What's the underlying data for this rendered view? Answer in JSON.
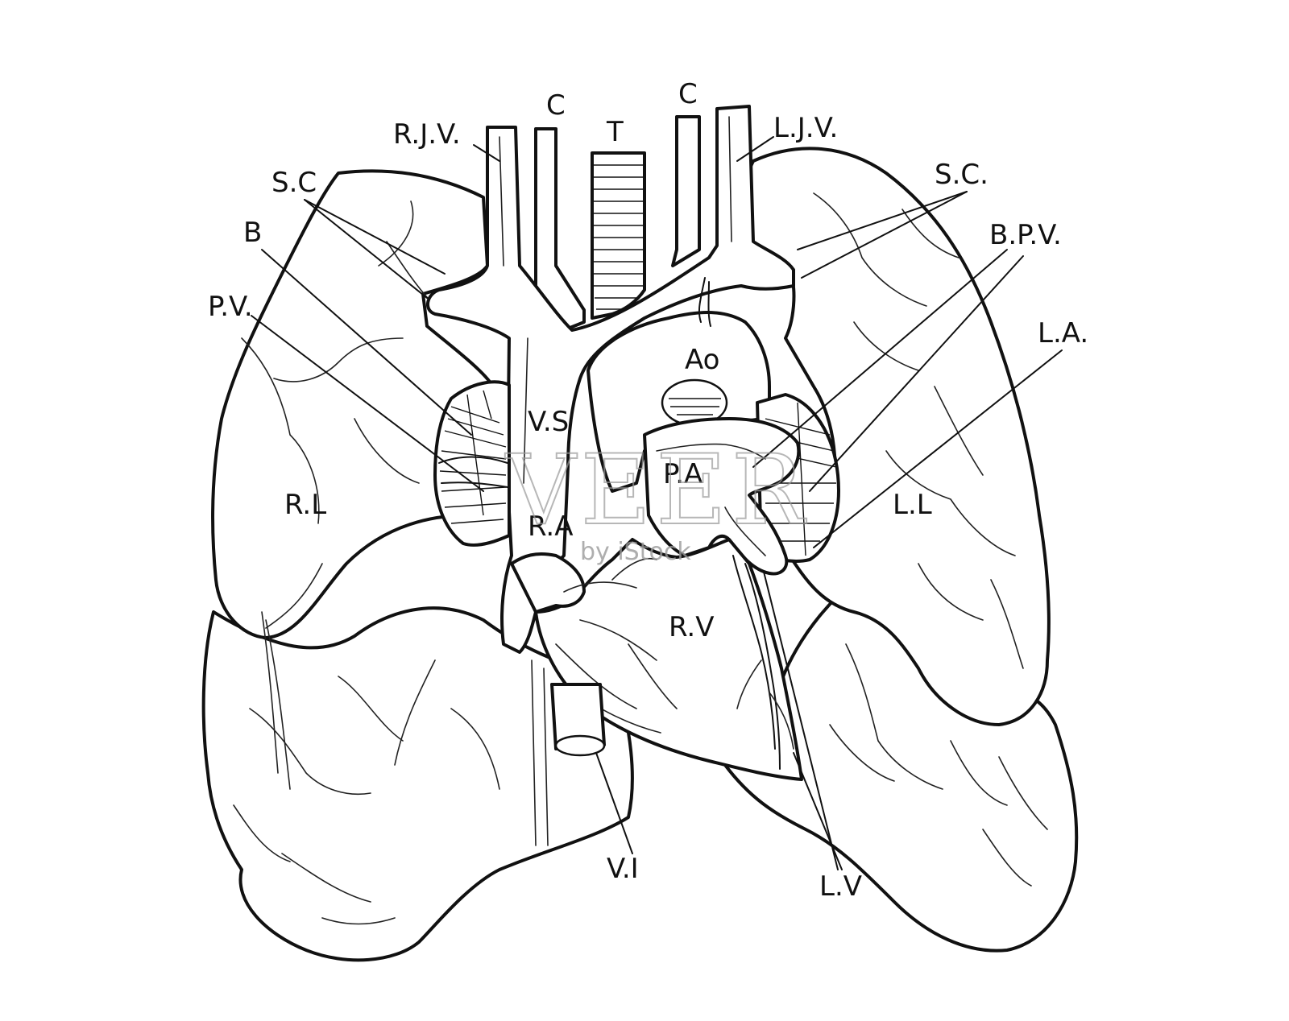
{
  "labels": {
    "rjv": "R.J.V.",
    "c_left": "C",
    "t": "T",
    "c_right": "C",
    "ljv": "L.J.V.",
    "sc_left": "S.C",
    "sc_right": "S.C.",
    "b": "B",
    "bpv": "B.P.V.",
    "pv": "P.V.",
    "la": "L.A.",
    "ao": "Ao",
    "vs": "V.S",
    "pa": "P.A",
    "rl": "R.L",
    "ll": "L.L",
    "ra": "R.A",
    "rv": "R.V",
    "vi": "V.I",
    "lv": "L.V"
  },
  "watermark": {
    "main": "VEER",
    "sub": "by iStock"
  },
  "colors": {
    "ink": "#111111",
    "paper": "#ffffff",
    "watermark": "#9a9a9a"
  }
}
